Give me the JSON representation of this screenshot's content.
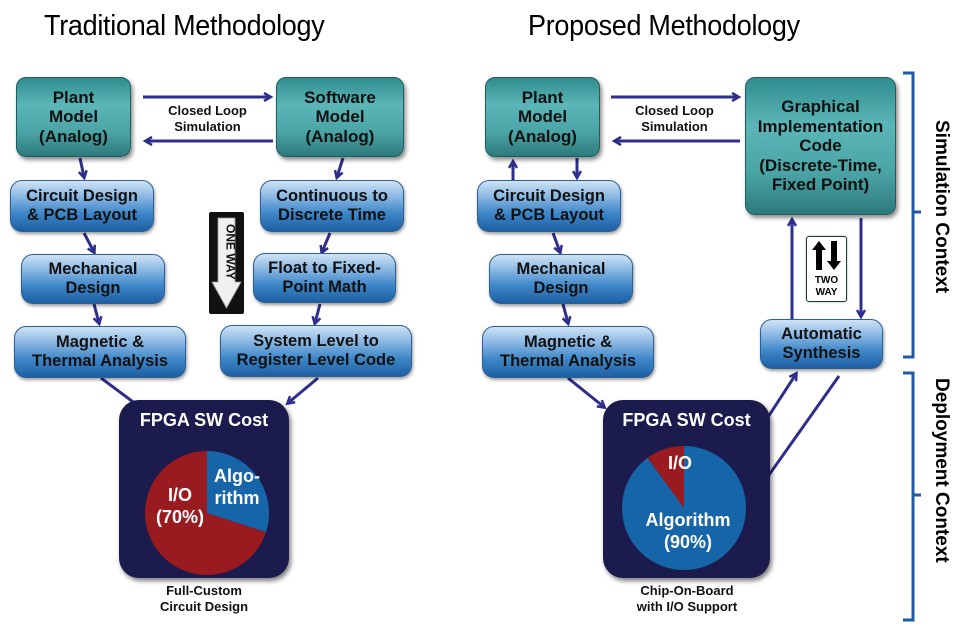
{
  "titles": {
    "traditional": "Traditional Methodology",
    "proposed": "Proposed Methodology"
  },
  "traditional": {
    "plant_model": "Plant\nModel\n(Analog)",
    "software_model": "Software\nModel\n(Analog)",
    "loop_label": "Closed Loop\nSimulation",
    "left_flow": [
      "Circuit Design\n& PCB Layout",
      "Mechanical\nDesign",
      "Magnetic &\nThermal Analysis"
    ],
    "right_flow": [
      "Continuous to\nDiscrete Time",
      "Float to Fixed-\nPoint Math",
      "System Level to\nRegister Level Code"
    ],
    "sign": "ONE WAY",
    "cost_title": "FPGA SW Cost",
    "caption": "Full-Custom\nCircuit Design"
  },
  "proposed": {
    "plant_model": "Plant\nModel\n(Analog)",
    "graphical_code": "Graphical\nImplementation\nCode\n(Discrete-Time,\nFixed Point)",
    "loop_label": "Closed Loop\nSimulation",
    "left_flow": [
      "Circuit Design\n& PCB Layout",
      "Mechanical\nDesign",
      "Magnetic &\nThermal Analysis"
    ],
    "synthesis": "Automatic\nSynthesis",
    "sign_line1": "TWO",
    "sign_line2": "WAY",
    "cost_title": "FPGA SW Cost",
    "caption": "Chip-On-Board\nwith I/O Support"
  },
  "contexts": {
    "simulation": "Simulation Context",
    "deployment": "Deployment Context"
  },
  "colors": {
    "arrow": "#2e2e8c",
    "io": "#9a1b1f",
    "algorithm": "#1565a8",
    "bracket": "#1f5aa6"
  },
  "chart_data": [
    {
      "type": "pie",
      "title": "FPGA SW Cost",
      "slices": [
        {
          "label": "I/O",
          "value": 70,
          "display": "I/O\n(70%)",
          "color": "#9a1b1f"
        },
        {
          "label": "Algorithm",
          "value": 30,
          "display": "Algo-\nrithm",
          "color": "#1565a8"
        }
      ],
      "caption": "Full-Custom Circuit Design"
    },
    {
      "type": "pie",
      "title": "FPGA SW Cost",
      "slices": [
        {
          "label": "Algorithm",
          "value": 90,
          "display": "Algorithm\n(90%)",
          "color": "#1565a8"
        },
        {
          "label": "I/O",
          "value": 10,
          "display": "I/O",
          "color": "#9a1b1f"
        }
      ],
      "caption": "Chip-On-Board with I/O Support"
    }
  ]
}
